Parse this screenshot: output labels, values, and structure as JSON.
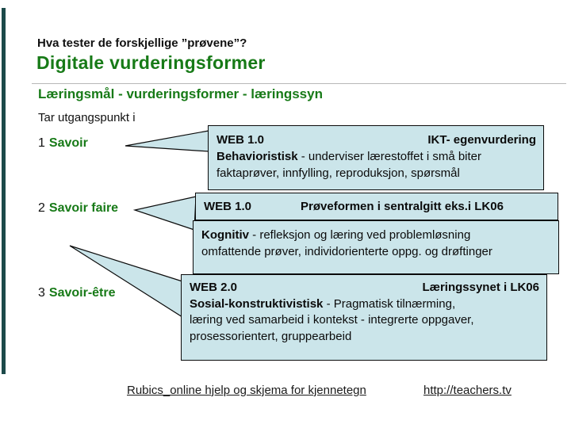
{
  "slide": {
    "pretitle": "Hva tester de forskjellige ”prøvene”?",
    "title": "Digitale vurderingsformer",
    "subtitle": "Læringsmål - vurderingsformer - læringssyn",
    "intro": "Tar utgangspunkt i",
    "items": [
      {
        "number": "1",
        "label": "Savoir"
      },
      {
        "number": "2",
        "label": "Savoir faire"
      },
      {
        "number": "3",
        "label": "Savoir-être"
      }
    ],
    "callouts": {
      "box1": {
        "title_left": "WEB 1.0",
        "title_right": "IKT- egenvurdering",
        "lead": "Behavioristisk",
        "line1_rest": " - underviser lærestoffet i små biter",
        "line2": "faktaprøver, innfylling, reproduksjon, spørsmål"
      },
      "box2": {
        "title_left": "WEB 1.0",
        "title_right": "Prøveformen i sentralgitt eks.i LK06"
      },
      "box3": {
        "lead": "Kognitiv",
        "line1_rest": " - refleksjon og læring ved problemløsning",
        "line2": "omfattende prøver, individorienterte oppg. og drøftinger"
      },
      "box4": {
        "title_left": "WEB 2.0",
        "title_right": "Læringssynet i LK06",
        "lead": "Sosial-konstruktivistisk",
        "line1_rest": " - Pragmatisk tilnærming,",
        "line2": "læring ved samarbeid i kontekst - integrerte oppgaver,",
        "line3": "prosessorientert, gruppearbeid"
      }
    },
    "footer": {
      "link1": "Rubics_online hjelp og skjema for kjennetegn",
      "link2": "http://teachers.tv"
    },
    "colors": {
      "accent_green": "#177a17",
      "callout_fill": "#cbe5ea",
      "accent_bar": "#1c4a4a",
      "divider": "#b8b8b8"
    }
  }
}
